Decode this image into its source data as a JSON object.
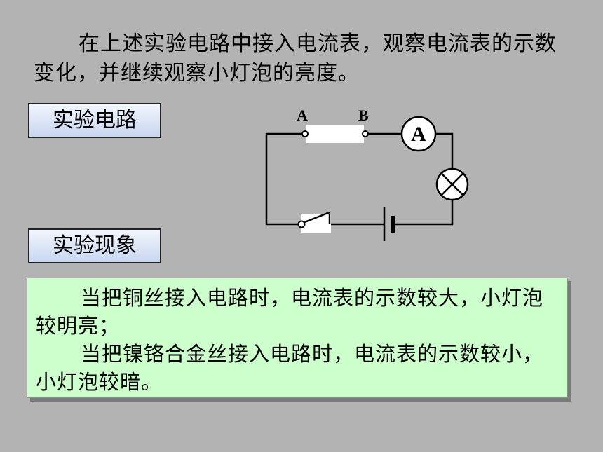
{
  "intro_text": "在上述实验电路中接入电流表，观察电流表的示数变化，并继续观察小灯泡的亮度。",
  "labels": {
    "circuit": "实验电路",
    "phenomenon": "实验现象"
  },
  "circuit": {
    "point_a": "A",
    "point_b": "B",
    "ammeter": "A"
  },
  "results": [
    "当把铜丝接入电路时，电流表的示数较大，小灯泡较明亮；",
    "当把镍铬合金丝接入电路时，电流表的示数较小，小灯泡较暗。"
  ],
  "colors": {
    "background": "#b3b3b3",
    "result_box": "#ccffcc",
    "label_box": "#c7d6f0"
  }
}
